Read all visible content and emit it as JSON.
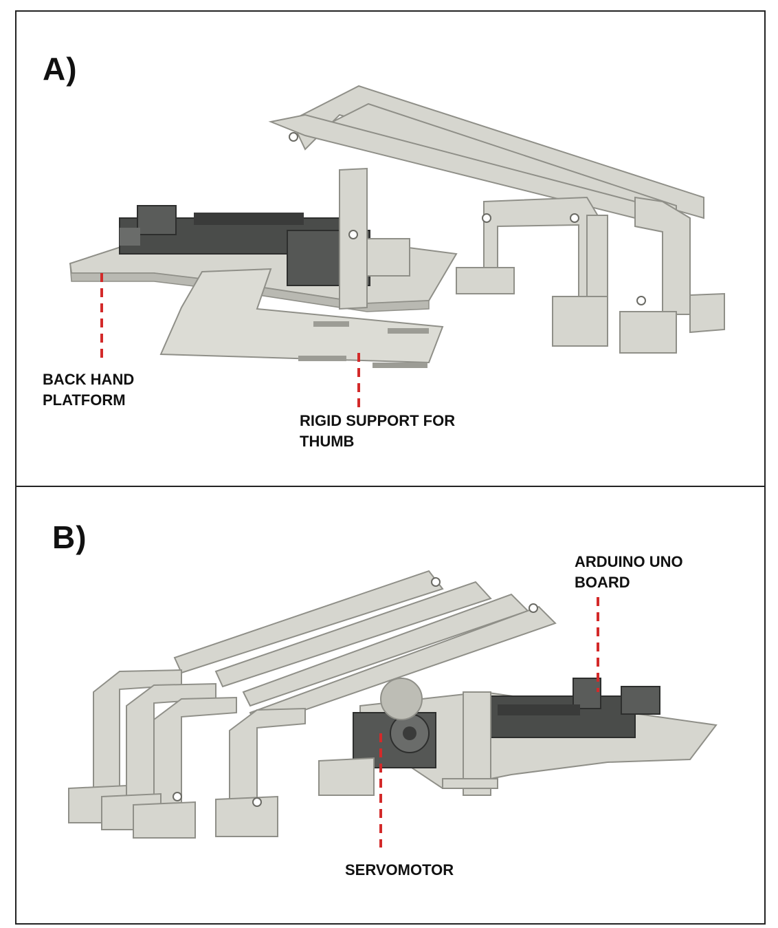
{
  "panels": [
    {
      "letter": "A)",
      "labels": {
        "back_hand_line1": "BACK HAND",
        "back_hand_line2": "PLATFORM",
        "thumb_line1": "RIGID SUPPORT FOR",
        "thumb_line2": "THUMB"
      }
    },
    {
      "letter": "B)",
      "labels": {
        "arduino_line1": "ARDUINO UNO",
        "arduino_line2": "BOARD",
        "servo": "SERVOMOTOR"
      }
    }
  ],
  "colors": {
    "border": "#222222",
    "leader": "#d32a2a",
    "part_light": "#d6d6cf",
    "part_mid": "#bdbdb5",
    "part_dark": "#9c9c95",
    "electronics": "#4a4c4a"
  }
}
